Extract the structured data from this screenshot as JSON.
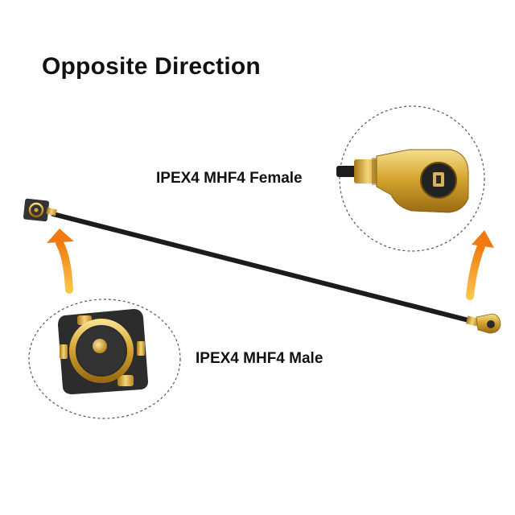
{
  "title": "Opposite Direction",
  "labels": {
    "female": "IPEX4 MHF4 Female",
    "male": "IPEX4 MHF4 Male"
  },
  "colors": {
    "background": "#ffffff",
    "text": "#111111",
    "cable": "#1c1c1c",
    "gold": "#d6a631",
    "gold_light": "#f3d57a",
    "connector_body": "#2a2a2a",
    "arrow_orange": "#f08a14",
    "arrow_yellow": "#fbc54a",
    "callout_border": "#555555"
  }
}
